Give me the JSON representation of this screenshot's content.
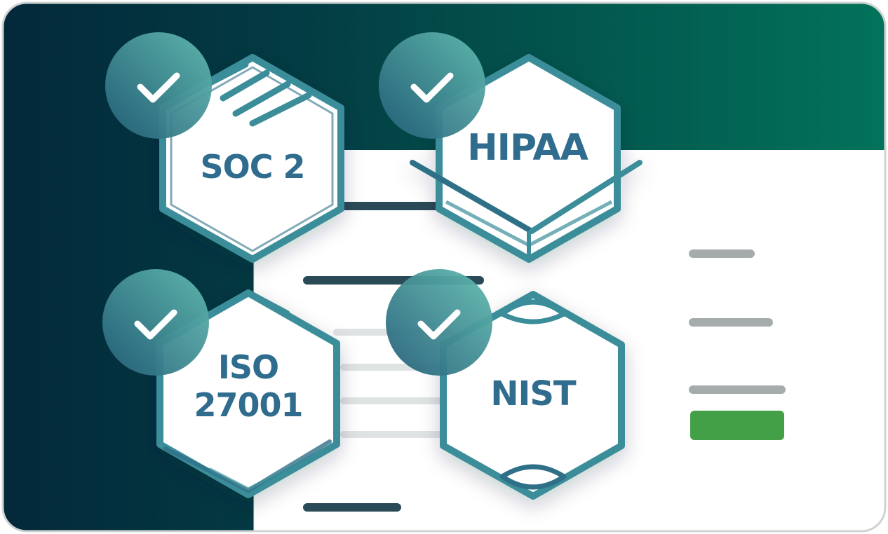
{
  "colors": {
    "dark_navy": "#032a36",
    "dark_green": "#036f58",
    "badge_stroke": "#3a8d9a",
    "badge_stroke_dark": "#2f6f87",
    "badge_text": "#2f6c8e",
    "check_circle_dark": "#245f79",
    "check_circle_light": "#5fb7ad",
    "check_mark": "#ffffff",
    "line_dark": "#2b4a57",
    "line_gray": "#a6acab",
    "line_light": "#d5d9d9",
    "accent_green": "#43a047",
    "frame_border": "#cfd3d3"
  },
  "badges": {
    "soc2": {
      "label": "SOC 2",
      "icon": "check-icon",
      "verified": true
    },
    "hipaa": {
      "label": "HIPAA",
      "icon": "check-icon",
      "verified": true
    },
    "iso": {
      "label_line1": "ISO",
      "label_line2": "27001",
      "icon": "check-icon",
      "verified": true
    },
    "nist": {
      "label": "NIST",
      "icon": "check-icon",
      "verified": true
    }
  },
  "panel": {
    "accent_bar": {
      "color": "accent_green"
    }
  }
}
